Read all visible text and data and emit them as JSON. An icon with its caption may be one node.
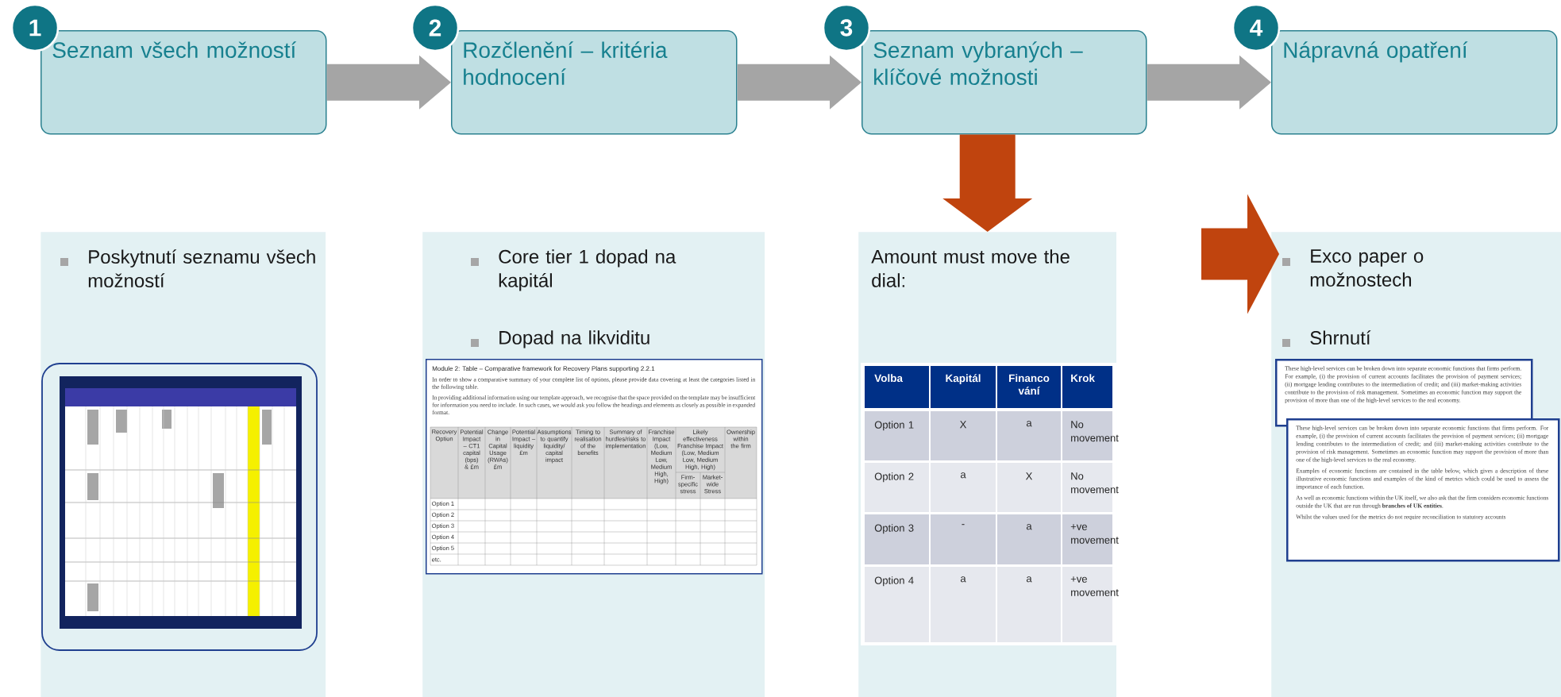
{
  "diagram": {
    "nodes": [
      {
        "text": [
          "1"
        ]
      },
      {
        "text": [
          "Seznam všech možností"
        ]
      },
      {
        "text": [
          "2"
        ]
      },
      {
        "text": [
          "Rozčlenění – kritéria hodnocení"
        ]
      },
      {
        "text": [
          "3"
        ]
      },
      {
        "text": [
          "Seznam vybraných – klíčové možnosti"
        ]
      },
      {
        "text": [
          "4"
        ]
      },
      {
        "text": [
          "Nápravná opatření"
        ]
      },
      {
        "text": [
          "Poskytnutí seznamu všech možností"
        ]
      },
      {
        "text": [
          "Core tier 1 dopad na kapitál",
          "Dopad na likviditu"
        ]
      },
      {
        "text": [
          "Module 2: Table – Comparative framework for Recovery Plans supporting 2.2.1",
          "In order to show a comparative summary of your complete list of options, please provide data covering at least the categories listed in the following table.",
          "In providing additional information using our template approach, we recognise that the space provided on the template may be insufficient for information you need to include. In such cases, we would ask you follow the headings and elements as closely as possible in expanded format."
        ],
        "in": 9
      },
      {
        "text": [
          "Amount must move the dial:"
        ]
      },
      {
        "text": [
          "Exco paper o možnostech",
          "Shrnutí"
        ]
      },
      {
        "text": [
          "These high-level services can be broken down into separate economic functions that firms perform. For example, (i) the provision of current accounts facilitates the provision of payment services; (ii) mortgage lending contributes to the intermediation of credit; and (iii) market-making activities contribute to the provision of risk management. Sometimes an economic function may support the provision of more than one of the high-level services to the real economy."
        ],
        "in": 12
      },
      {
        "text": [
          "These high-level services can be broken down into separate economic functions that firms perform. For example, (i) the provision of current accounts facilitates the provision of payment services; (ii) mortgage lending contributes to the intermediation of credit; and (iii) market-making activities contribute to the provision of risk management. Sometimes an economic function may support the provision of more than one of the high-level services to the real economy.",
          "Examples of economic functions are contained in the table below, which gives a description of these illustrative economic functions and examples of the kind of metrics which could be used to assess the importance of each function.",
          "As well as economic functions within the UK itself, we also ask that the firm considers economic functions outside the UK that are run through **branches of UK entities**.",
          "Whilst the values used for the metrics do not require reconciliation to statutory accounts"
        ],
        "in": 12
      }
    ],
    "edges": [
      {
        "from": 1,
        "to": 3,
        "arrow": "to"
      },
      {
        "from": 3,
        "to": 5,
        "arrow": "to"
      },
      {
        "from": 5,
        "to": 7,
        "arrow": "to"
      },
      {
        "from": 5,
        "to": 11,
        "arrow": "to",
        "color": "#c0440e"
      },
      {
        "from": null,
        "to": 12,
        "arrow": "to",
        "color": "#c0440e"
      }
    ],
    "labels": [
      "Recovery Option",
      "Potential Impact – CT1 capital (bps) & £m",
      "Change in Capital Usage (RWAs) £m",
      "Potential Impact – liquidity £m",
      "Assumptions to quantify liquidity/ capital impact",
      "Timing to realisation of the benefits",
      "Summary of hurdles/risks to implementation",
      "Franchise Impact (Low, Medium Low, Medium High, High)",
      "Likely effectiveness Franchise Impact (Low, Medium Low, Medium High, High)",
      "Ownership within the firm",
      "Firm-specific stress",
      "Market-wide Stress",
      "Option 1",
      "Option 2",
      "Option 3",
      "Option 4",
      "Option 5",
      "etc.",
      "Volba",
      "Kapitál",
      "Financo vání",
      "Krok",
      "Option 1",
      "X",
      "a",
      "No movement",
      "Option 2",
      "a",
      "X",
      "No movement",
      "Option 3",
      "-",
      "a",
      "+ve movement",
      "Option 4",
      "a",
      "a",
      "+ve movement"
    ]
  }
}
